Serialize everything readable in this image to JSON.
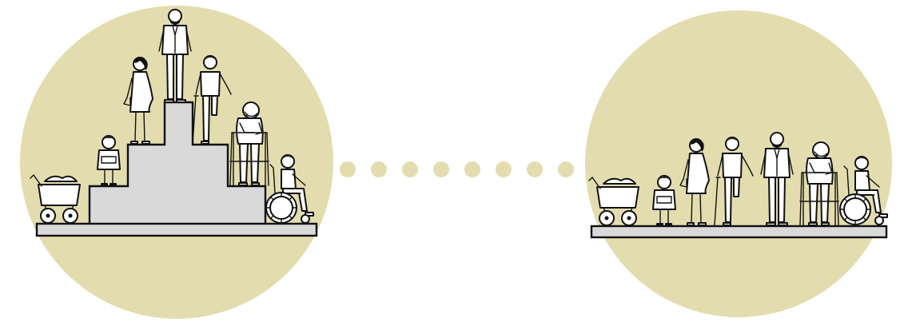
{
  "colors": {
    "circle": "#e3dcae",
    "dots": "#e3dcae",
    "steps": "#d9d9d9",
    "platform": "#d9d9d9",
    "ink": "#111111",
    "background": "#ffffff"
  },
  "panels": [
    {
      "name": "stepped-access-scene",
      "figures": [
        "pram",
        "child",
        "pregnant-woman",
        "man",
        "man-with-crutches",
        "elderly-person-with-walker",
        "wheelchair-user"
      ]
    },
    {
      "name": "level-access-scene",
      "figures": [
        "pram",
        "child",
        "pregnant-woman",
        "man-with-crutches",
        "man",
        "elderly-person-with-walker",
        "wheelchair-user"
      ]
    }
  ],
  "connector_dots": 8
}
